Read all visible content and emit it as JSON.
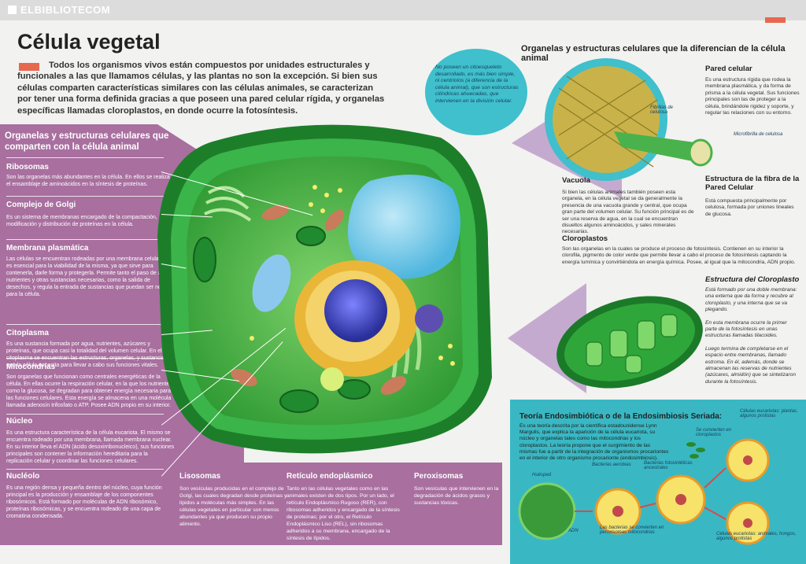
{
  "header": {
    "brand": "ELBIBLIOTECOM"
  },
  "title": "Célula vegetal",
  "intro": "Todos los organismos vivos están compuestos por unidades estructurales y funcionales a las que llamamos células, y las plantas no son la excepción. Si bien sus células comparten características similares con las células animales, se caracterizan por tener una forma definida gracias a que poseen una pared celular rígida, y organelas específicas llamadas cloroplastos, en donde ocurre la fotosíntesis.",
  "left_panel": {
    "title": "Organelas y estructuras celulares que comparten con la célula animal",
    "sections": [
      {
        "name": "Ribosomas",
        "text": "Son las organelas más abundantes en la célula. En ellos se realiza el ensamblaje de aminoácidos en la síntesis de proteínas."
      },
      {
        "name": "Complejo de Golgi",
        "text": "Es un sistema de membranas encargado de la compactación, modificación y distribución de proteínas en la célula."
      },
      {
        "name": "Membrana plasmática",
        "text": "Las células se encuentran rodeadas por una membrana celular que es esencial para la viabilidad de la misma, ya que sirve para contenerla, darle forma y protegerla. Permite tanto el paso de agua, nutrientes y otras sustancias necesarias, como la salida de desechos, y regula la entrada de sustancias que puedan ser nocivas para la célula."
      },
      {
        "name": "Citoplasma",
        "text": "Es una sustancia formada por agua, nutrientes, azúcares y proteínas, que ocupa casi la totalidad del volumen celular. En el citoplasma se encuentran las estructuras, organelas, y sustancias que la célula necesita para llevar a cabo sus funciones vitales."
      },
      {
        "name": "Mitocondrias",
        "text": "Son organelas que funcionan como centrales energéticas de la célula. En ellas ocurre la respiración celular, en la que los nutrientes, como la glucosa, se degradan para obtener energía necesaria para las funciones celulares. Esta energía se almacena en una molécula llamada adenosín trifosfato o ATP. Posee ADN propio en su interior."
      },
      {
        "name": "Núcleo",
        "text": "Es una estructura característica de la célula eucariota. El mismo se encuentra rodeado por una membrana, llamada membrana nuclear. En su interior lleva el ADN (ácido desoxirribonucleico), sus funciones principales son contener la información hereditaria para la replicación celular y coordinar las funciones celulares."
      },
      {
        "name": "Nucléolo",
        "text": "Es una región densa y pequeña dentro del núcleo, cuya función principal es la producción y ensamblaje de los componentes ribosómicos. Está formado por moléculas de ADN ribosómico, proteínas ribosómicas, y se encuentra rodeado de una capa de cromatina condensada."
      }
    ],
    "bottom": [
      {
        "name": "Lisosomas",
        "text": "Son vesículas producidas en el complejo de Golgi, las cuales degradan desde proteínas y lípidos a moléculas más simples. En las células vegetales en particular son menos abundantes ya que producen su propio alimento."
      },
      {
        "name": "Retículo endoplásmico",
        "text": "Tanto en las células vegetales como en las animales existen de dos tipos. Por un lado, el retículo Endoplásmico Rugoso (RER), con ribosomas adheridos y encargado de la síntesis de proteínas; por el otro, el Retículo Endoplásmico Liso (REL), sin ribosomas adheridos a su membrana, encargado de la síntesis de lípidos."
      },
      {
        "name": "Peroxisomas",
        "text": "Son vesículas que intervienen en la degradación de ácidos grasos y sustancias tóxicas."
      }
    ]
  },
  "bubble_note": "No poseen un citoesqueleto desarrollado, es más bien simple, ni centriolos (a diferencia de la célula animal), que son estructuras cilíndricas ahuecadas, que intervienen en la división celular.",
  "right_panel": {
    "title": "Organelas y estructuras celulares que la diferencian de la célula animal",
    "pared": {
      "name": "Pared celular",
      "text": "Es una estructura rígida que rodea la membrana plasmática, y da forma de prisma a la célula vegetal. Sus funciones principales son las de proteger a la célula, brindándole rigidez y soporte, y regular las relaciones con su entorno."
    },
    "fibrillas_label": "Fibrillas de celulosa",
    "microfibrilla_label": "Microfibrilla de celulosa",
    "fibra": {
      "name": "Estructura de la fibra de la Pared Celular",
      "text": "Está compuesta principalmente por celulosa, formada por uniones lineales de glucosa."
    },
    "vacuola": {
      "name": "Vacuola",
      "text": "Si bien las células animales también poseen esta organela, en la célula vegetal se da generalmente la presencia de una vacuola grande y central, que ocupa gran parte del volumen celular. Su función principal es de ser una reserva de agua, en la cual se encuentran disueltos algunos aminoácidos, y sales minerales necesarias."
    },
    "cloroplastos": {
      "name": "Cloroplastos",
      "text": "Son las organelas en la cuales se produce el proceso de fotosíntesis. Contienen en su interior la clorofila, pigmento de color verde que permite llevar a cabo el proceso de fotosíntesis captando la energía lumínica y convirtiéndola en energía química. Posee, al igual que la mitocondria, ADN propio."
    },
    "estructura_cloro": {
      "name": "Estructura del Cloroplasto",
      "notes": [
        "Está formado por una doble membrana: una externa que da forma y recubre al cloroplasto, y una interna que se va plegando.",
        "En esta membrana ocurre la primer parte de la fotosíntesis en unas estructuras llamadas tilacoides.",
        "Luego termina de completarse en el espacio entre membranas, llamado estroma. En él, además, donde se almacenan las reservas de nutrientes (azúcares, almidón) que se sintetizaron durante la fotosíntesis."
      ]
    }
  },
  "endosimbiosis": {
    "title": "Teoría Endosimbiótica o de la Endosimbiosis Seriada:",
    "text": "Es una teoría descrita por la científica estadounidense Lynn Margulis, que explica la aparición de la célula eucariota, su núcleo y organelas tales como las mitocondrias y los cloroplastos. La teoría propone que el surgimiento de las mismas fue a partir de la integración de organismos procariontes en el interior de otro organismo procarionte (endosimbiosis).",
    "labels": {
      "huesped": "Huésped",
      "adn": "ADN",
      "aerobias": "Bacterias aerobias",
      "fotosinteticas": "Bacterias fotosintéticas ancestrales",
      "convierten_cloro": "Se convierten en cloroplastos",
      "convierten_mito": "Las bacterias se convierten en peroxisomas mitocondrias",
      "euc_plantas": "Células eucariotas: plantas, algunos protistas",
      "euc_animales": "Células eucariotas: animales, hongos, algunos protistas"
    }
  },
  "colors": {
    "pink_panel": "#a86f9f",
    "cyan": "#39b8c4",
    "cell_green": "#2e9e3a",
    "accent_red": "#e8674f"
  }
}
